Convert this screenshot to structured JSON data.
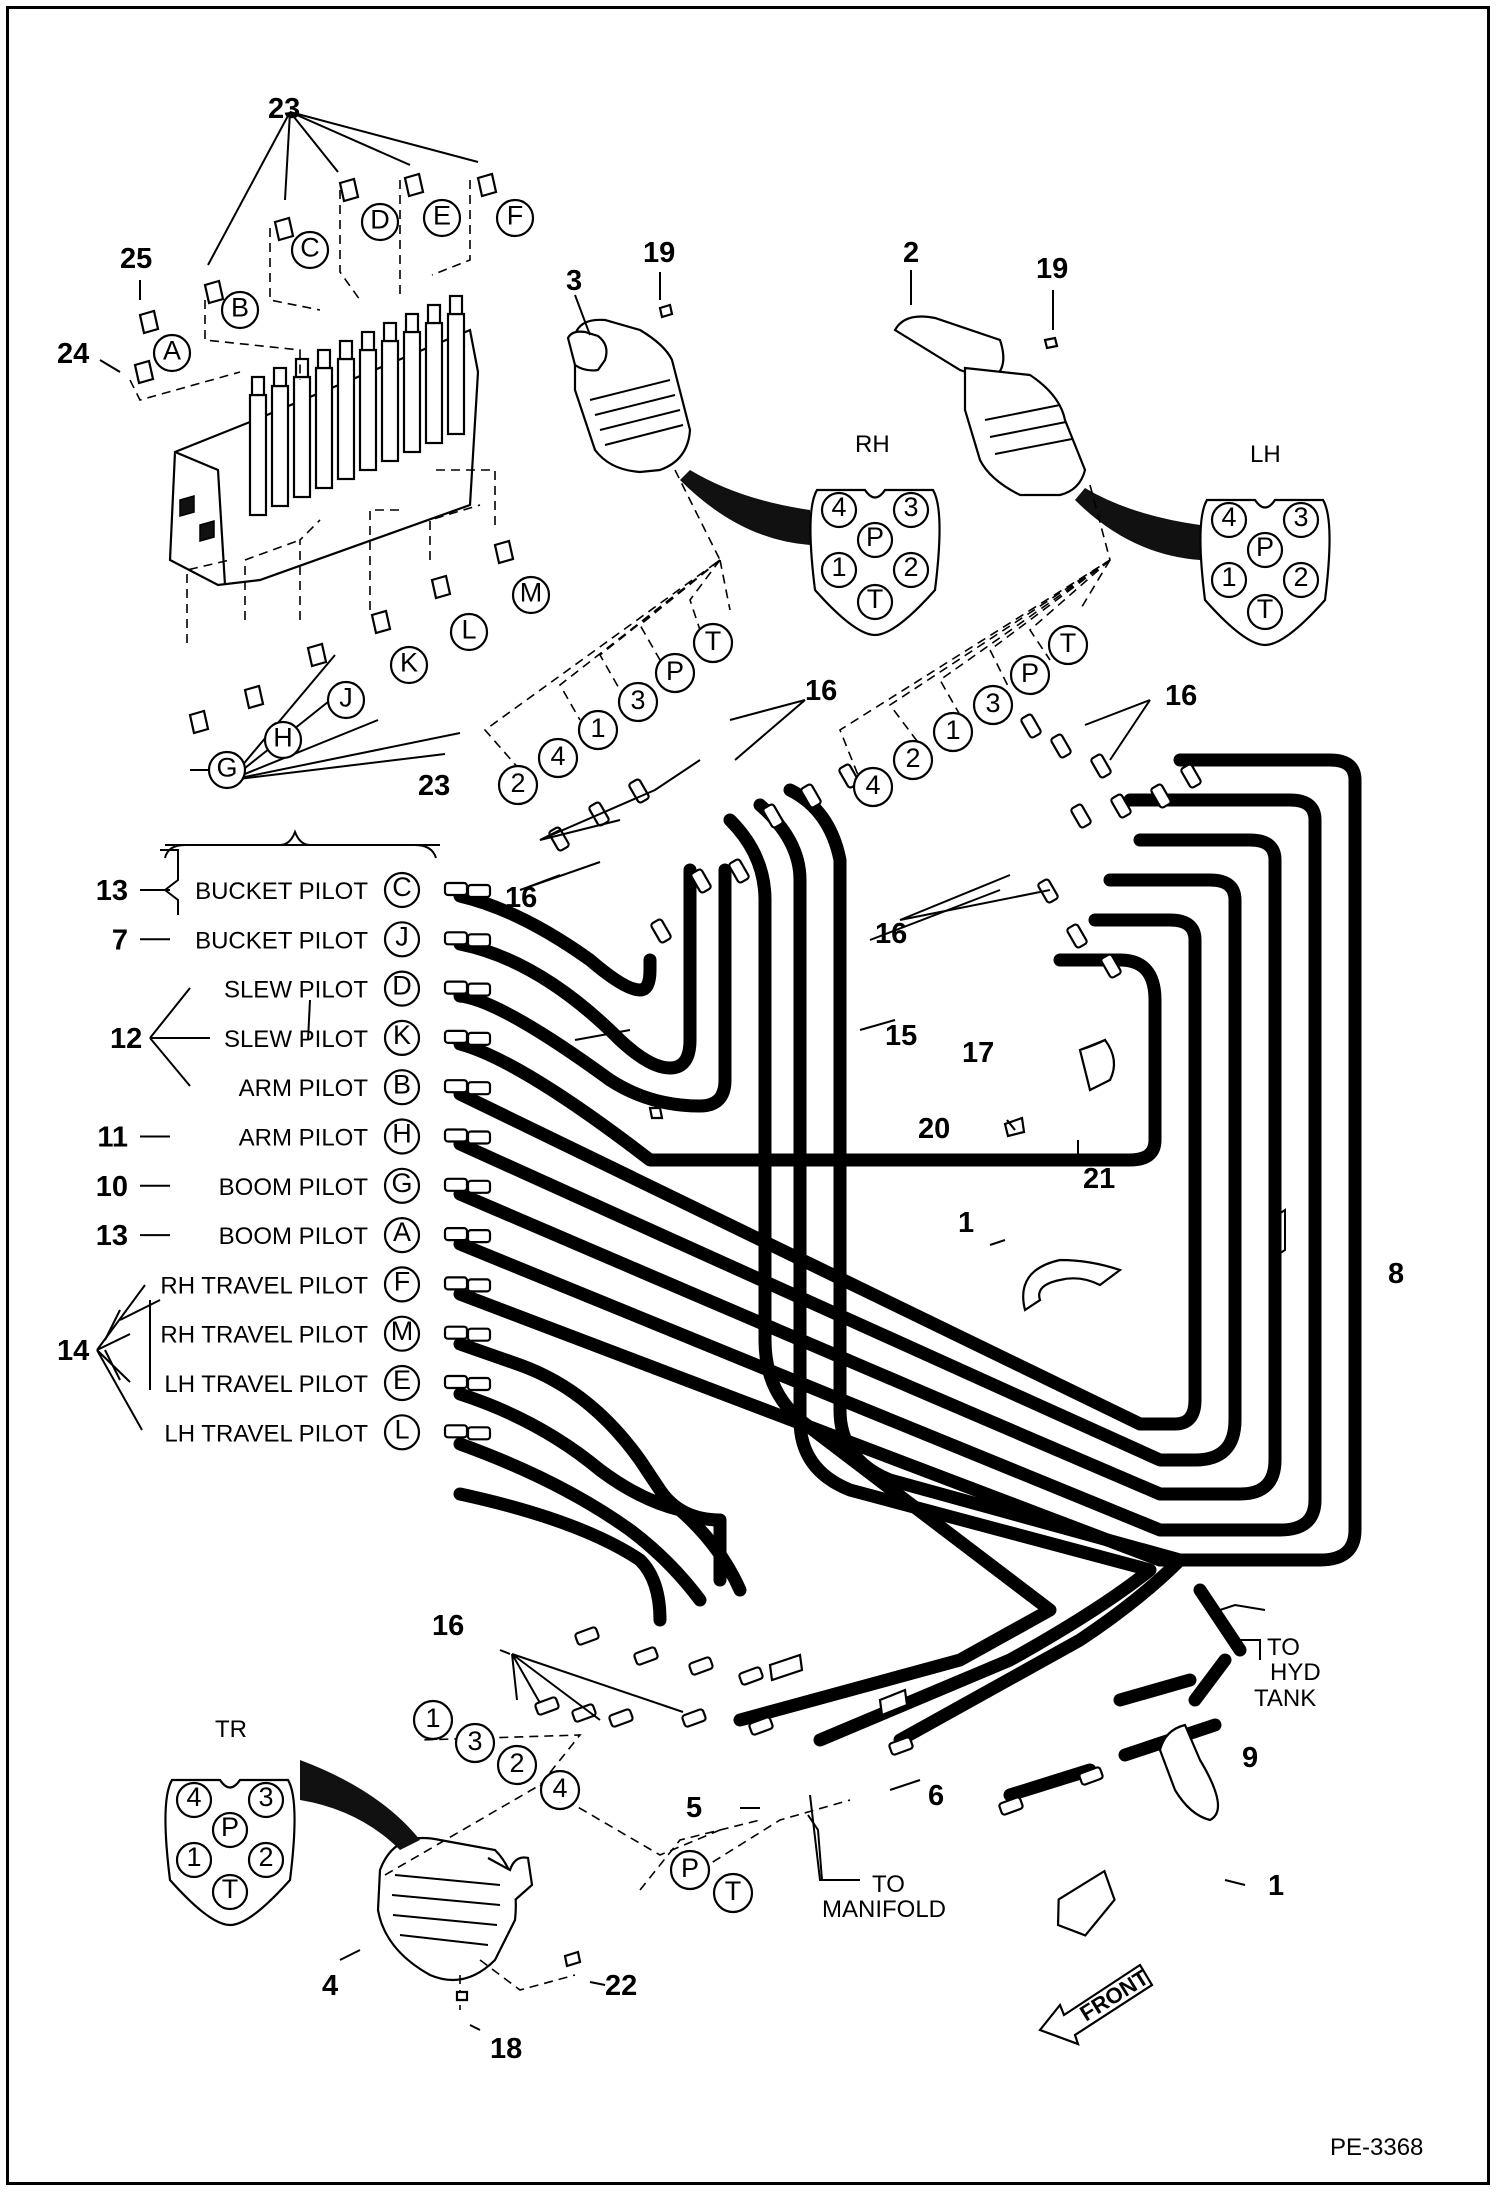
{
  "circuit_labels": [
    {
      "num": "13",
      "text": "BUCKET PILOT",
      "letter": "C"
    },
    {
      "num": "7",
      "text": "BUCKET PILOT",
      "letter": "J"
    },
    {
      "num": "",
      "text": "SLEW PILOT",
      "letter": "D"
    },
    {
      "num": "",
      "text": "SLEW PILOT",
      "letter": "K"
    },
    {
      "num": "",
      "text": "ARM PILOT",
      "letter": "B"
    },
    {
      "num": "11",
      "text": "ARM PILOT",
      "letter": "H"
    },
    {
      "num": "10",
      "text": "BOOM PILOT",
      "letter": "G"
    },
    {
      "num": "13",
      "text": "BOOM PILOT",
      "letter": "A"
    },
    {
      "num": "",
      "text": "RH TRAVEL PILOT",
      "letter": "F"
    },
    {
      "num": "",
      "text": "RH TRAVEL PILOT",
      "letter": "M"
    },
    {
      "num": "",
      "text": "LH TRAVEL PILOT",
      "letter": "E"
    },
    {
      "num": "",
      "text": "LH TRAVEL PILOT",
      "letter": "L"
    }
  ],
  "group_nums": {
    "slew": "12",
    "travel": "14"
  },
  "valve_letters": [
    "A",
    "B",
    "C",
    "D",
    "E",
    "F",
    "G",
    "H",
    "J",
    "K",
    "L",
    "M"
  ],
  "part_numbers": {
    "p1": "1",
    "p2": "2",
    "p3": "3",
    "p4": "4",
    "p5": "5",
    "p6": "6",
    "p8": "8",
    "p9": "9",
    "p15": "15",
    "p16": "16",
    "p17": "17",
    "p18": "18",
    "p19": "19",
    "p20": "20",
    "p21": "21",
    "p22": "22",
    "p23": "23",
    "p24": "24",
    "p25": "25"
  },
  "ports": [
    "1",
    "2",
    "3",
    "4",
    "P",
    "T"
  ],
  "valve_titles": {
    "rh": "RH",
    "lh": "LH",
    "tr": "TR"
  },
  "callouts": {
    "to_manifold_1": "TO",
    "to_manifold_2": "MANIFOLD",
    "to_tank_1": "TO",
    "to_tank_2": "HYD",
    "to_tank_3": "TANK",
    "front": "FRONT"
  },
  "figure_id": "PE-3368"
}
